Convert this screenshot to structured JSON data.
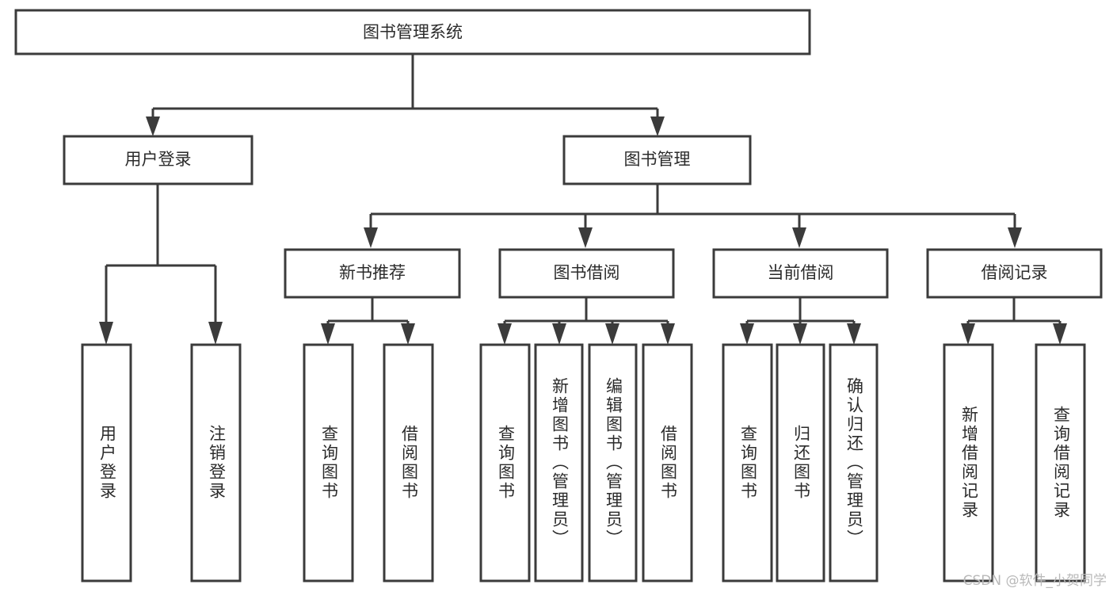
{
  "diagram": {
    "title": "图书管理系统",
    "type": "hierarchy-tree",
    "watermark": "CSDN @软件_小贺同学",
    "colors": {
      "box_stroke": "#3b3b3b",
      "box_fill": "#ffffff",
      "text": "#2b2b2b",
      "background": "#ffffff",
      "watermark": "#b9b9b9"
    },
    "levels": {
      "root": {
        "label": "图书管理系统"
      },
      "level2": [
        {
          "label": "用户登录"
        },
        {
          "label": "图书管理"
        }
      ],
      "level3": [
        {
          "label": "新书推荐"
        },
        {
          "label": "图书借阅"
        },
        {
          "label": "当前借阅"
        },
        {
          "label": "借阅记录"
        }
      ],
      "leaves": {
        "user_login": [
          {
            "label": "用户登录"
          },
          {
            "label": "注销登录"
          }
        ],
        "new_book_recommend": [
          {
            "label": "查询图书"
          },
          {
            "label": "借阅图书"
          }
        ],
        "book_borrow": [
          {
            "label": "查询图书"
          },
          {
            "label": "新增图书（管理员）"
          },
          {
            "label": "编辑图书（管理员）"
          },
          {
            "label": "借阅图书"
          }
        ],
        "current_borrow": [
          {
            "label": "查询图书"
          },
          {
            "label": "归还图书"
          },
          {
            "label": "确认归还（管理员）"
          }
        ],
        "borrow_record": [
          {
            "label": "新增借阅记录"
          },
          {
            "label": "查询借阅记录"
          }
        ]
      }
    }
  }
}
